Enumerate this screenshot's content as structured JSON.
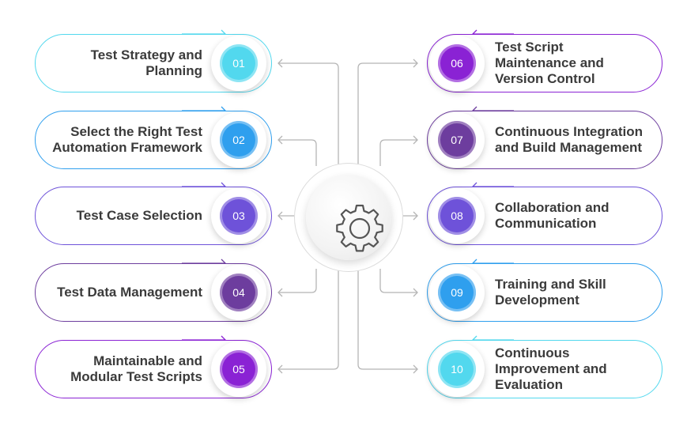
{
  "center": {
    "icon": "gear-icon"
  },
  "steps": [
    {
      "num": "01",
      "label": "Test Strategy and Planning",
      "lines": [
        "Test Strategy and",
        "Planning"
      ],
      "color": "#52d8ee",
      "side": "left"
    },
    {
      "num": "02",
      "label": "Select the Right Test Automation Framework",
      "lines": [
        "Select the Right Test",
        "Automation Framework"
      ],
      "color": "#2f9fee",
      "side": "left"
    },
    {
      "num": "03",
      "label": "Test Case Selection",
      "lines": [
        "Test Case Selection"
      ],
      "color": "#6e52d9",
      "side": "left"
    },
    {
      "num": "04",
      "label": "Test Data Management",
      "lines": [
        "Test Data Management"
      ],
      "color": "#6d3d9e",
      "side": "left"
    },
    {
      "num": "05",
      "label": "Maintainable and Modular Test Scripts",
      "lines": [
        "Maintainable and",
        "Modular Test Scripts"
      ],
      "color": "#8a22d4",
      "side": "left"
    },
    {
      "num": "06",
      "label": "Test Script Maintenance and Version Control",
      "lines": [
        "Test Script",
        "Maintenance and",
        "Version Control"
      ],
      "color": "#8a22d4",
      "side": "right"
    },
    {
      "num": "07",
      "label": "Continuous Integration and Build Management",
      "lines": [
        "Continuous Integration",
        "and Build Management"
      ],
      "color": "#6d3d9e",
      "side": "right"
    },
    {
      "num": "08",
      "label": "Collaboration and Communication",
      "lines": [
        "Collaboration and",
        "Communication"
      ],
      "color": "#6e52d9",
      "side": "right"
    },
    {
      "num": "09",
      "label": "Training and Skill Development",
      "lines": [
        "Training and Skill",
        "Development"
      ],
      "color": "#2f9fee",
      "side": "right"
    },
    {
      "num": "10",
      "label": "Continuous Improvement and Evaluation",
      "lines": [
        "Continuous",
        "Improvement and",
        "Evaluation"
      ],
      "color": "#52d8ee",
      "side": "right"
    }
  ]
}
